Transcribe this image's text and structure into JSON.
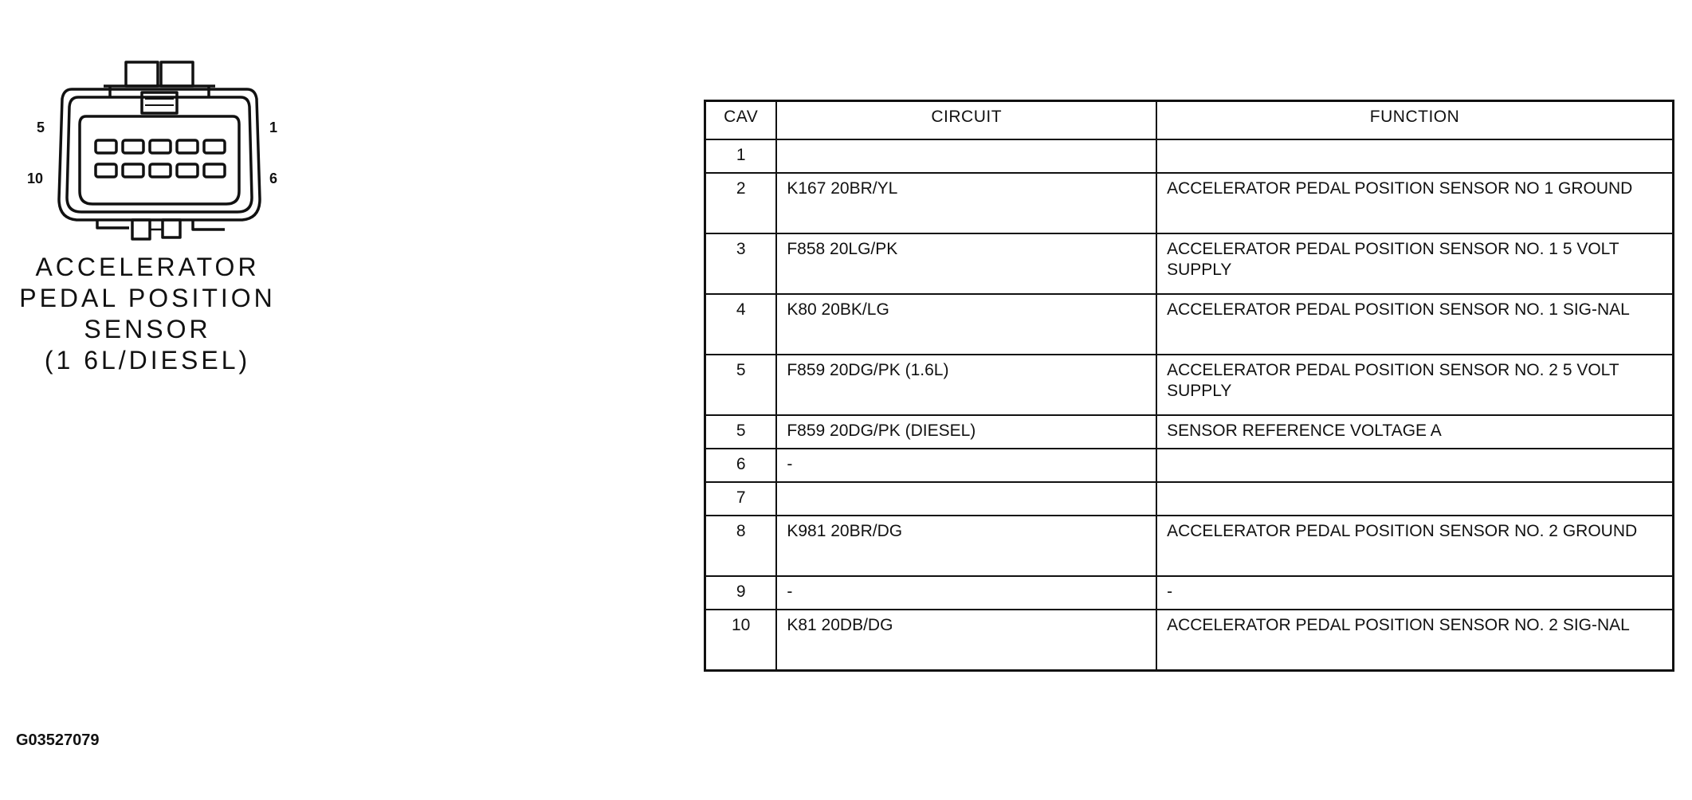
{
  "connector": {
    "pin_labels": {
      "top_left": "5",
      "top_right": "1",
      "bottom_left": "10",
      "bottom_right": "6"
    },
    "caption_lines": [
      "ACCELERATOR",
      "PEDAL POSITION",
      "SENSOR",
      "(1 6L/DIESEL)"
    ]
  },
  "table": {
    "headers": {
      "cav": "CAV",
      "circuit": "CIRCUIT",
      "function": "FUNCTION"
    },
    "rows": [
      {
        "cav": "1",
        "circuit": "",
        "function": ""
      },
      {
        "cav": "2",
        "circuit": "K167 20BR/YL",
        "function": "ACCELERATOR PEDAL POSITION SENSOR NO 1 GROUND"
      },
      {
        "cav": "3",
        "circuit": "F858 20LG/PK",
        "function": "ACCELERATOR PEDAL POSITION SENSOR NO. 1 5 VOLT SUPPLY"
      },
      {
        "cav": "4",
        "circuit": "K80 20BK/LG",
        "function": "ACCELERATOR PEDAL POSITION SENSOR NO. 1 SIG-NAL"
      },
      {
        "cav": "5",
        "circuit": "F859 20DG/PK (1.6L)",
        "function": "ACCELERATOR PEDAL POSITION SENSOR NO. 2 5 VOLT SUPPLY"
      },
      {
        "cav": "5",
        "circuit": "F859 20DG/PK (DIESEL)",
        "function": "SENSOR REFERENCE VOLTAGE A"
      },
      {
        "cav": "6",
        "circuit": "-",
        "function": ""
      },
      {
        "cav": "7",
        "circuit": "",
        "function": ""
      },
      {
        "cav": "8",
        "circuit": "K981 20BR/DG",
        "function": "ACCELERATOR PEDAL POSITION SENSOR NO. 2 GROUND"
      },
      {
        "cav": "9",
        "circuit": "-",
        "function": "-"
      },
      {
        "cav": "10",
        "circuit": "K81 20DB/DG",
        "function": "ACCELERATOR PEDAL POSITION SENSOR NO. 2 SIG-NAL"
      }
    ]
  },
  "figure_id": "G03527079"
}
